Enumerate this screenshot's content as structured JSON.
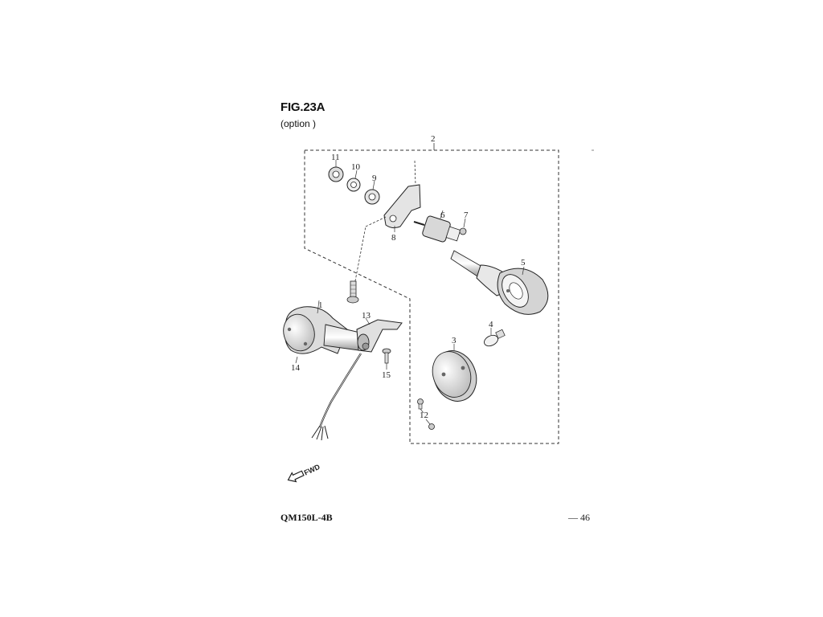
{
  "header": {
    "figure": "FIG.23A",
    "subtitle": "(option )"
  },
  "footer": {
    "model": "QM150L-4B",
    "page": "— 46"
  },
  "direction_label": "FWD",
  "callouts": [
    "1",
    "2",
    "3",
    "4",
    "5",
    "6",
    "7",
    "8",
    "9",
    "10",
    "11",
    "12",
    "13",
    "14",
    "15"
  ]
}
